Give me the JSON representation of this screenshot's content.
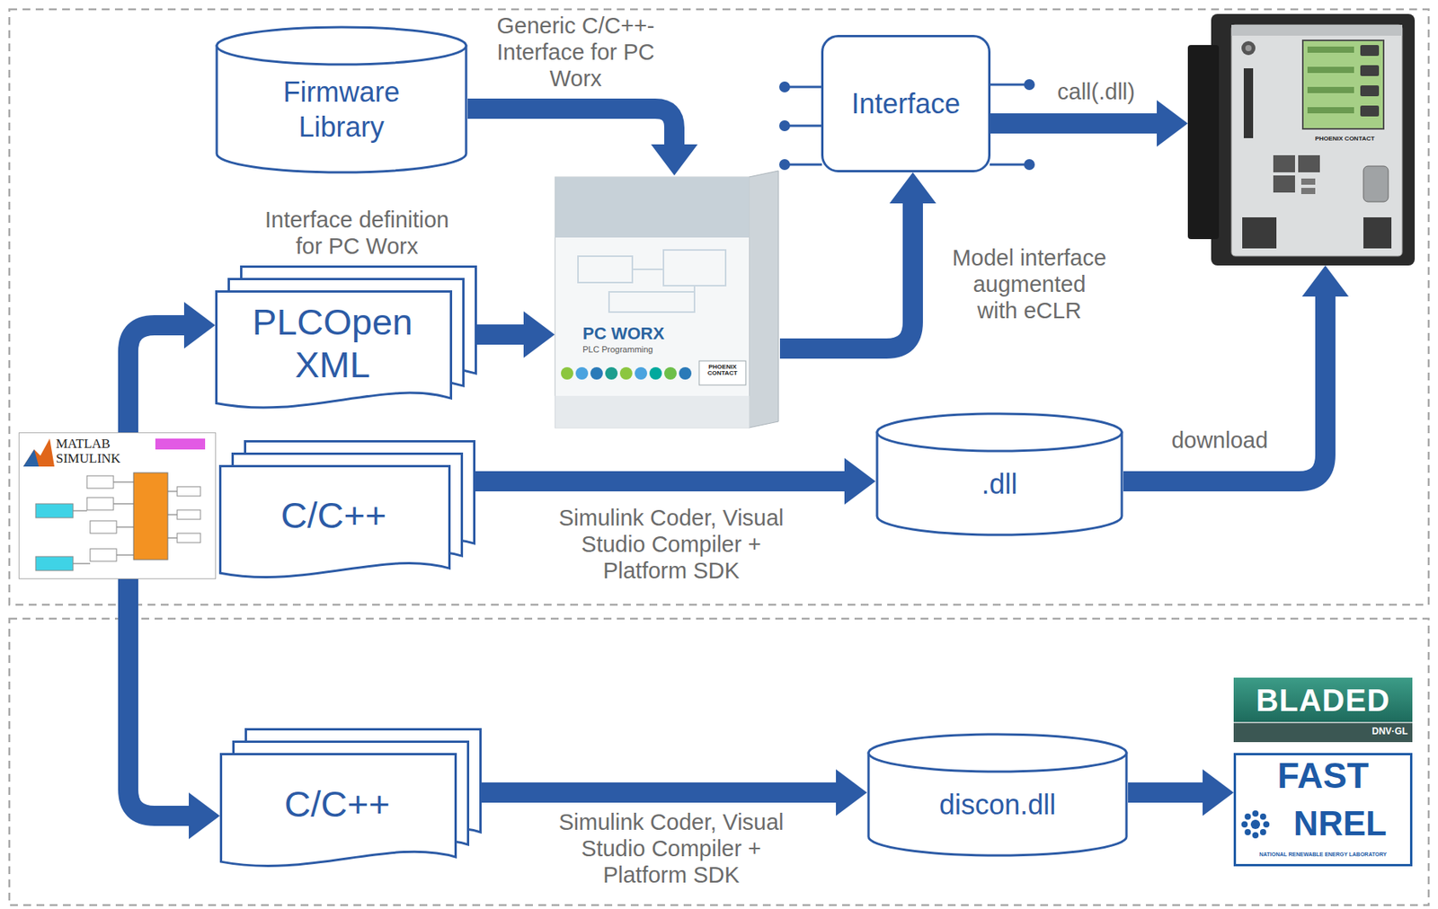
{
  "diagram": {
    "nodes": [
      {
        "text": [
          "Firmware Library"
        ]
      },
      {
        "text": [
          "Interface"
        ]
      },
      {
        "text": [
          "PHOENIX CONTACT"
        ]
      },
      {
        "text": [
          "PC WORX",
          "PLC Programming",
          "PHOENIX CONTACT"
        ]
      },
      {
        "text": [
          "Interface definition for PC Worx",
          "PLCOpen XML"
        ]
      },
      {
        "text": [
          "MATLAB SIMULINK"
        ]
      },
      {
        "text": [
          "C/C++"
        ]
      },
      {
        "text": [
          ".dll"
        ]
      },
      {
        "text": [
          "C/C++"
        ]
      },
      {
        "text": [
          "discon.dll"
        ]
      },
      {
        "text": [
          "BLADED",
          "DNV·GL"
        ]
      },
      {
        "text": [
          "FAST",
          "NREL",
          "NATIONAL RENEWABLE ENERGY LABORATORY"
        ]
      }
    ],
    "edges": [
      {
        "from": 0,
        "to": 3,
        "arrow": "to",
        "label": "Generic C/C++-Interface for PC Worx"
      },
      {
        "from": 4,
        "to": 3,
        "arrow": "to"
      },
      {
        "from": 3,
        "to": 1,
        "arrow": "to",
        "label": "Model interface augmented with eCLR"
      },
      {
        "from": 1,
        "to": 2,
        "arrow": "to",
        "label": "call(.dll)"
      },
      {
        "from": 5,
        "to": 4,
        "arrow": "to"
      },
      {
        "from": 6,
        "to": 7,
        "arrow": "to",
        "label": "Simulink Coder, Visual Studio Compiler + Platform SDK"
      },
      {
        "from": 7,
        "to": 2,
        "arrow": "to",
        "label": "download"
      },
      {
        "from": 5,
        "to": 8,
        "arrow": "to"
      },
      {
        "from": 8,
        "to": 9,
        "arrow": "to",
        "label": "Simulink Coder, Visual Studio Compiler + Platform SDK"
      },
      {
        "from": 9,
        "to": 11,
        "arrow": "to"
      }
    ]
  }
}
